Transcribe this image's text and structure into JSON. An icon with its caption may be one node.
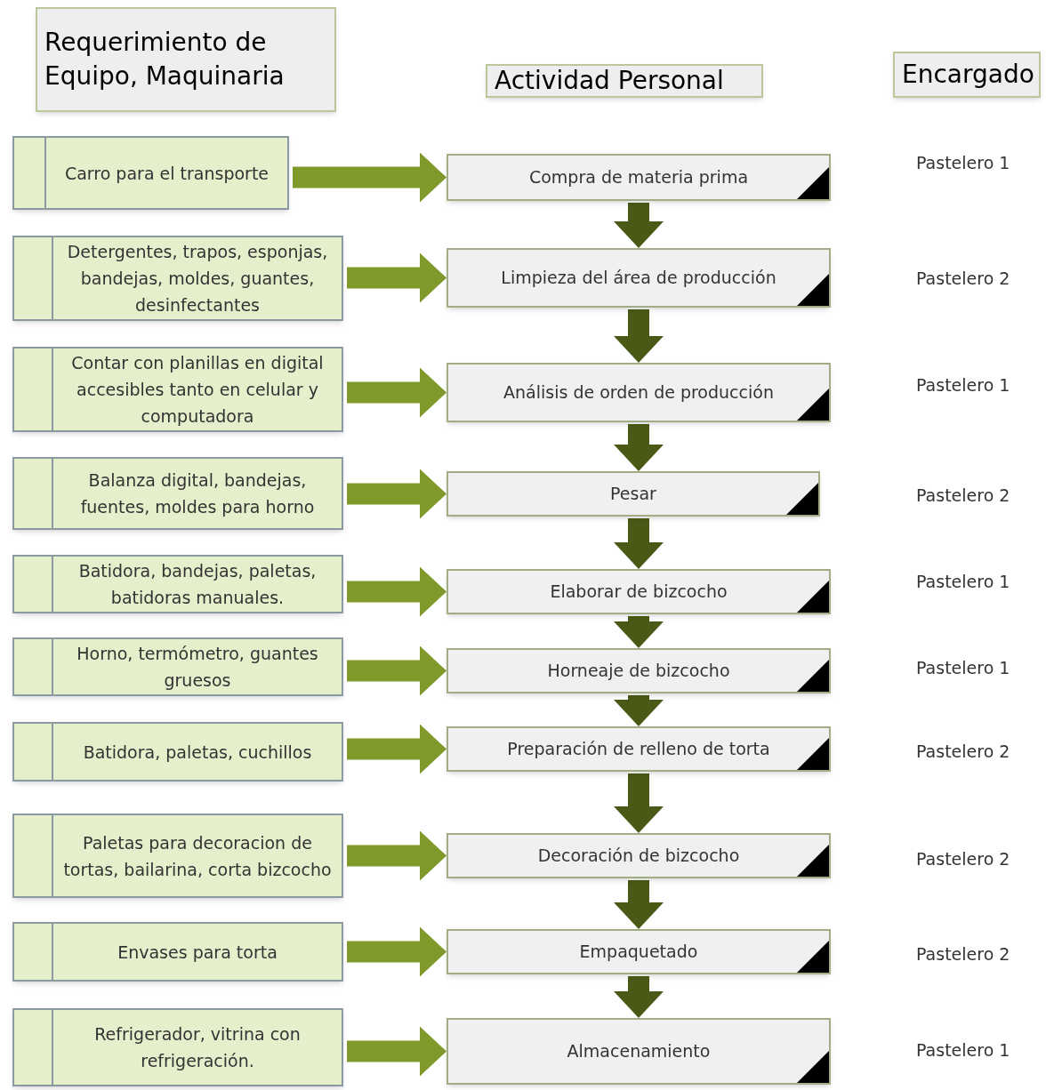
{
  "diagram": {
    "nodes": [
      {
        "text": [
          "Requerimiento de Equipo, Maquinaria"
        ]
      },
      {
        "text": [
          "Actividad Personal"
        ]
      },
      {
        "text": [
          "Encargado"
        ]
      },
      {
        "text": [
          "Carro para el transporte"
        ]
      },
      {
        "text": [
          "Detergentes, trapos, esponjas, bandejas, moldes, guantes, desinfectantes"
        ]
      },
      {
        "text": [
          "Contar con planillas en digital accesibles tanto en celular y computadora"
        ]
      },
      {
        "text": [
          "Balanza digital, bandejas, fuentes, moldes para horno"
        ]
      },
      {
        "text": [
          "Batidora, bandejas, paletas, batidoras manuales."
        ]
      },
      {
        "text": [
          "Horno, termómetro, guantes gruesos"
        ]
      },
      {
        "text": [
          "Batidora, paletas, cuchillos"
        ]
      },
      {
        "text": [
          "Paletas para decoracion de tortas, bailarina, corta bizcocho"
        ]
      },
      {
        "text": [
          "Envases para torta"
        ]
      },
      {
        "text": [
          "Refrigerador, vitrina con refrigeración."
        ]
      },
      {
        "text": [
          "Compra de materia prima"
        ]
      },
      {
        "text": [
          "Limpieza del área de producción"
        ]
      },
      {
        "text": [
          "Análisis de orden de producción"
        ]
      },
      {
        "text": [
          "Pesar"
        ]
      },
      {
        "text": [
          "Elaborar de bizcocho"
        ]
      },
      {
        "text": [
          "Horneaje de bizcocho"
        ]
      },
      {
        "text": [
          "Preparación de relleno de torta"
        ]
      },
      {
        "text": [
          "Decoración de bizcocho"
        ]
      },
      {
        "text": [
          "Empaquetado"
        ]
      },
      {
        "text": [
          "Almacenamiento"
        ]
      }
    ],
    "edges": [
      {
        "from": 3,
        "to": 13,
        "arrow": "to"
      },
      {
        "from": 4,
        "to": 14,
        "arrow": "to"
      },
      {
        "from": 5,
        "to": 15,
        "arrow": "to"
      },
      {
        "from": 6,
        "to": 16,
        "arrow": "to"
      },
      {
        "from": 7,
        "to": 17,
        "arrow": "to"
      },
      {
        "from": 8,
        "to": 18,
        "arrow": "to"
      },
      {
        "from": 9,
        "to": 19,
        "arrow": "to"
      },
      {
        "from": 10,
        "to": 20,
        "arrow": "to"
      },
      {
        "from": 11,
        "to": 21,
        "arrow": "to"
      },
      {
        "from": 12,
        "to": 22,
        "arrow": "to"
      },
      {
        "from": 13,
        "to": 14,
        "arrow": "to",
        "color": "#4a5a16"
      },
      {
        "from": 14,
        "to": 15,
        "arrow": "to",
        "color": "#4a5a16"
      },
      {
        "from": 15,
        "to": 16,
        "arrow": "to",
        "color": "#4a5a16"
      },
      {
        "from": 16,
        "to": 17,
        "arrow": "to",
        "color": "#4a5a16"
      },
      {
        "from": 17,
        "to": 18,
        "arrow": "to",
        "color": "#4a5a16"
      },
      {
        "from": 18,
        "to": 19,
        "arrow": "to",
        "color": "#4a5a16"
      },
      {
        "from": 19,
        "to": 20,
        "arrow": "to",
        "color": "#4a5a16"
      },
      {
        "from": 20,
        "to": 21,
        "arrow": "to",
        "color": "#4a5a16"
      },
      {
        "from": 21,
        "to": 22,
        "arrow": "to",
        "color": "#4a5a16"
      }
    ],
    "labels": [
      "Pastelero 1",
      "Pastelero 2",
      "Pastelero 1",
      "Pastelero 2",
      "Pastelero 1",
      "Pastelero 1",
      "Pastelero 2",
      "Pastelero 2",
      "Pastelero 2",
      "Pastelero 1"
    ]
  }
}
